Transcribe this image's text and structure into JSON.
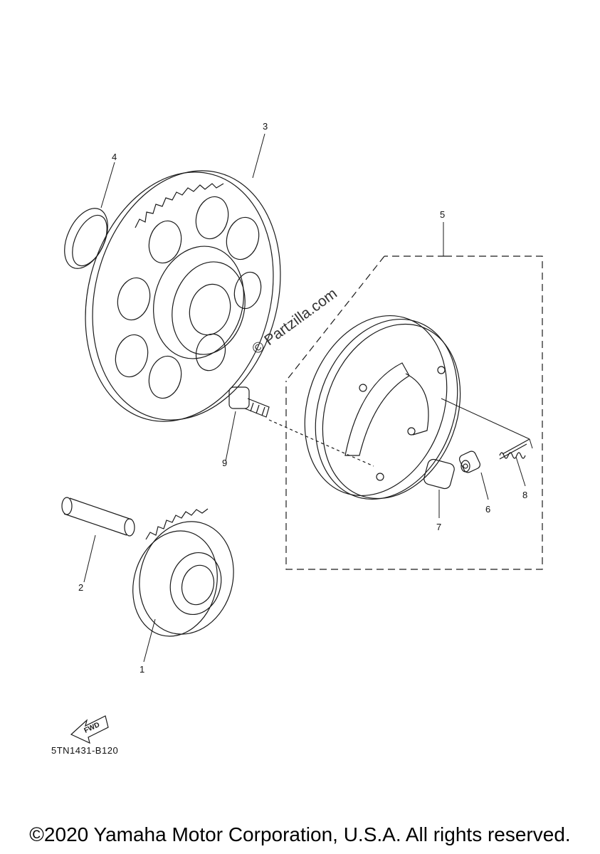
{
  "diagram": {
    "callouts": [
      {
        "id": "1",
        "label": "1"
      },
      {
        "id": "2",
        "label": "2"
      },
      {
        "id": "3",
        "label": "3"
      },
      {
        "id": "4",
        "label": "4"
      },
      {
        "id": "5",
        "label": "5"
      },
      {
        "id": "6",
        "label": "6"
      },
      {
        "id": "7",
        "label": "7"
      },
      {
        "id": "8",
        "label": "8"
      },
      {
        "id": "9",
        "label": "9"
      }
    ],
    "fwd_label": "FWD",
    "figure_code": "5TN1431-B120",
    "watermark": "© Partzilla.com",
    "line_color": "#1a1a1a"
  },
  "footer": {
    "copyright": "©2020 Yamaha Motor Corporation, U.S.A. All rights reserved."
  }
}
